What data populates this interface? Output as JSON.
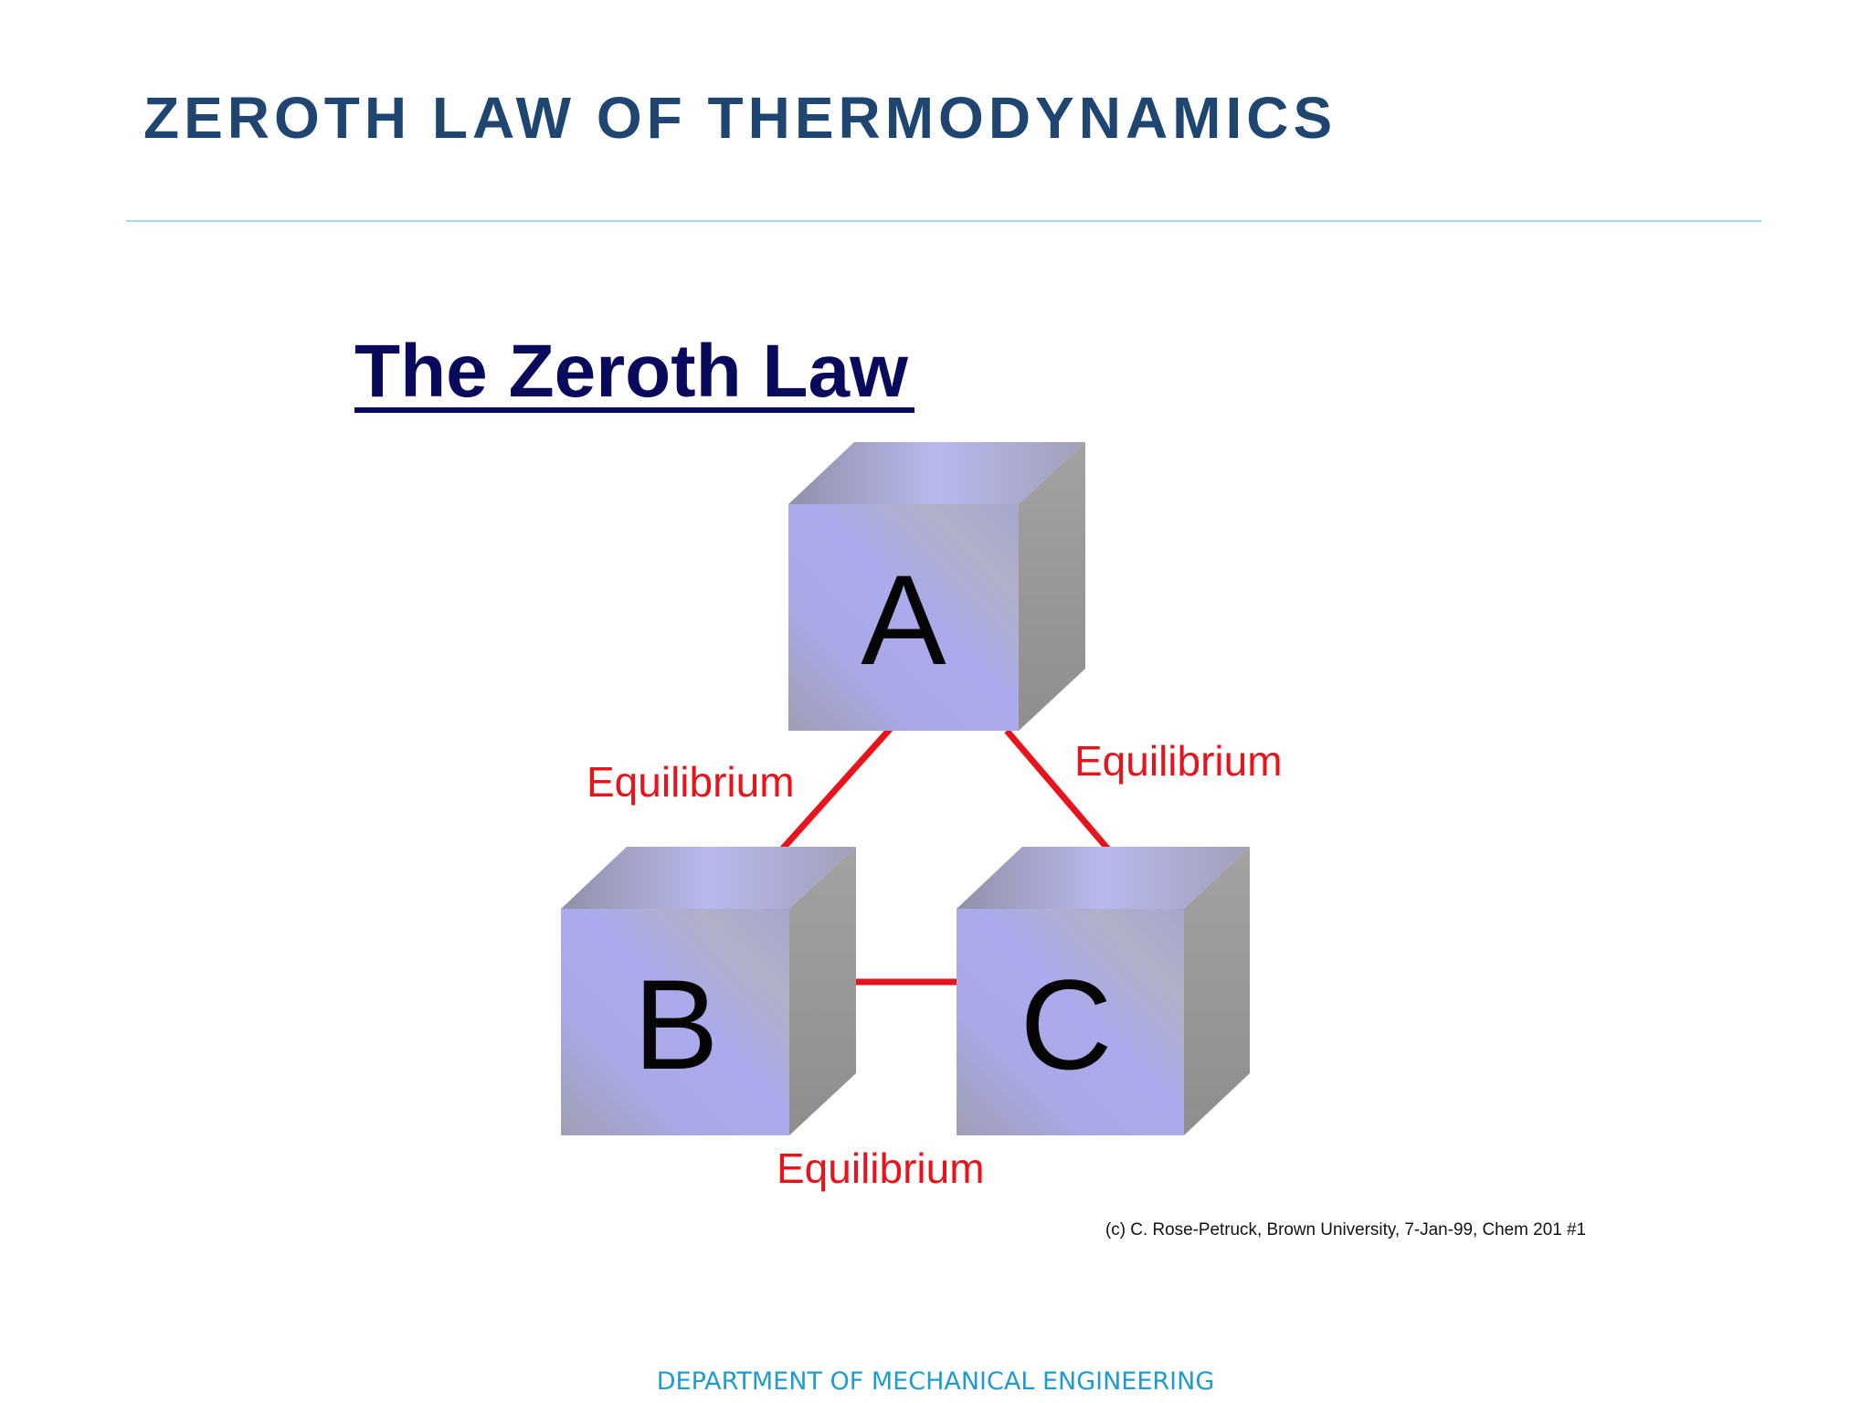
{
  "slide": {
    "title": "ZEROTH LAW OF THERMODYNAMICS",
    "footer": "DEPARTMENT OF MECHANICAL ENGINEERING"
  },
  "figure": {
    "heading": "The Zeroth Law",
    "cubes": {
      "a": "A",
      "b": "B",
      "c": "C"
    },
    "links": {
      "a_b": "Equilibrium",
      "a_c": "Equilibrium",
      "b_c": "Equilibrium"
    },
    "credit": "(c) C. Rose-Petruck, Brown University, 7-Jan-99, Chem 201 #1"
  },
  "colors": {
    "title": "#1f4670",
    "rule": "#a9d9e6",
    "footer": "#1f9bd0",
    "heading": "#0a0a5c",
    "equilibrium": "#e8141c",
    "cube_front_light": "#a8a8f0",
    "cube_side": "#9a9a9a"
  }
}
